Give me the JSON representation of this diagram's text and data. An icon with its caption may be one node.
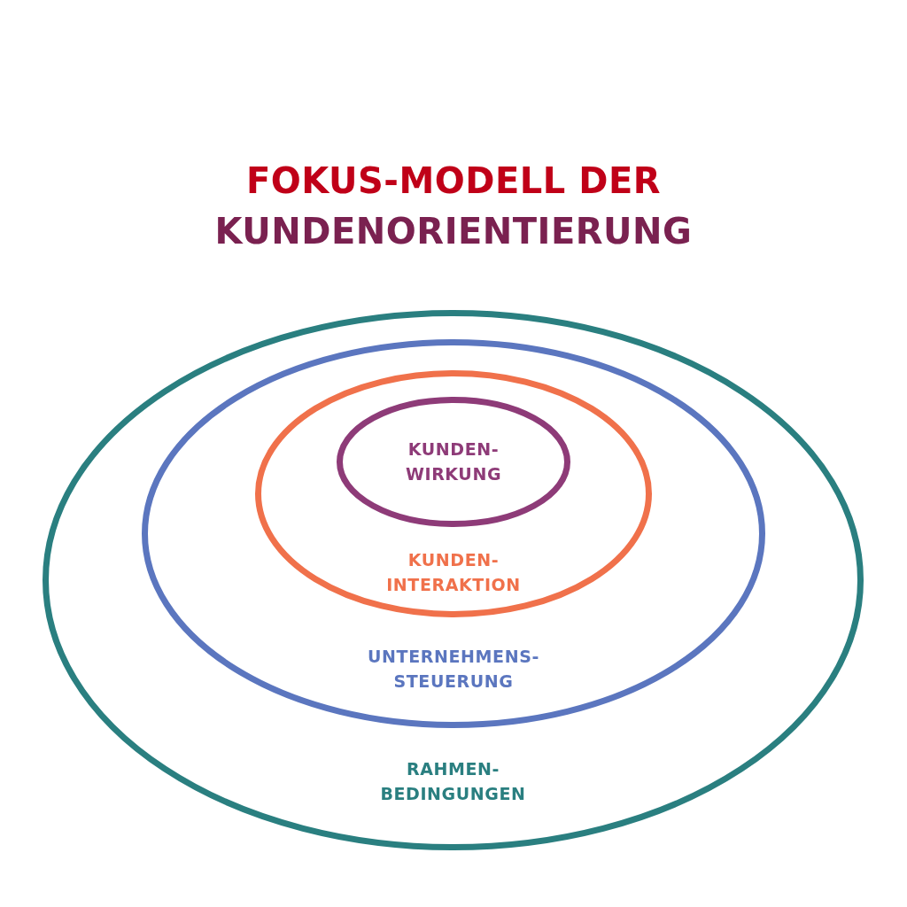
{
  "diagram": {
    "title": "FOKUS-MODELL DER KUNDENORIENTIERUNG",
    "nodes": [
      {
        "text": [
          "RAHMEN-BEDINGUNGEN"
        ]
      },
      {
        "text": [
          "UNTERNEHMENS-STEUERUNG"
        ],
        "in": 0
      },
      {
        "text": [
          "KUNDEN-INTERAKTION"
        ],
        "in": 1
      },
      {
        "text": [
          "KUNDEN-WIRKUNG"
        ],
        "in": 2
      }
    ]
  }
}
